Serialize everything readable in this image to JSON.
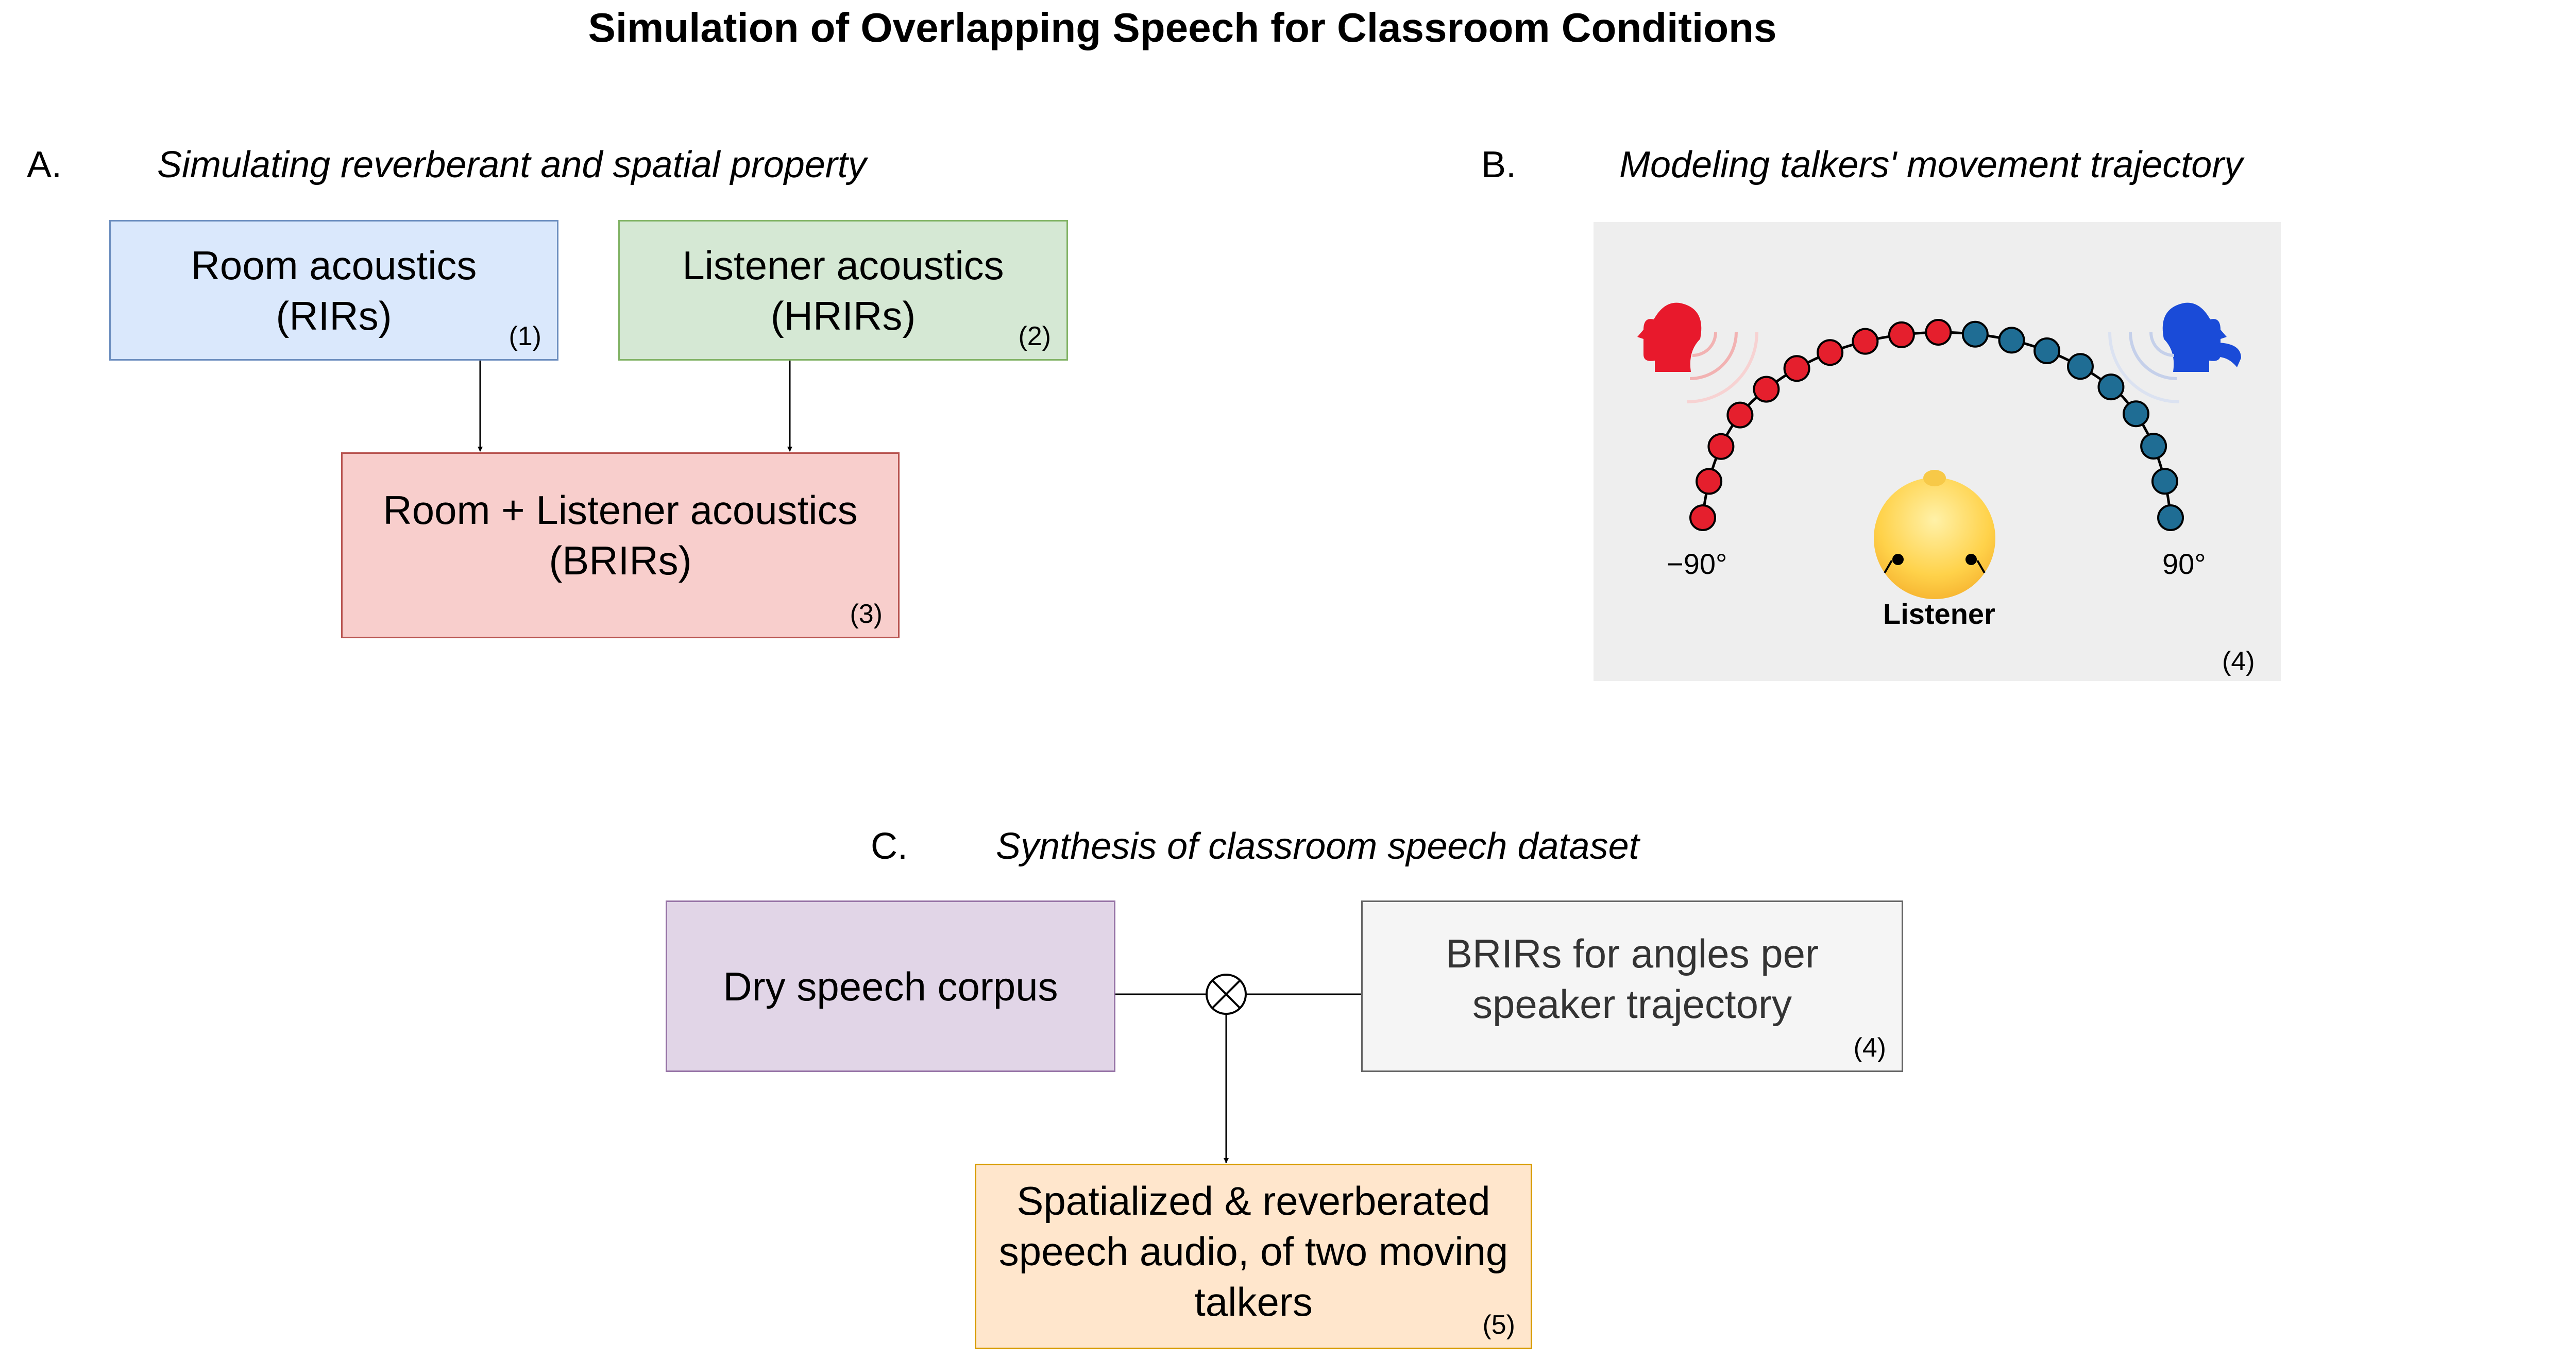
{
  "title": "Simulation of Overlapping Speech for Classroom Conditions",
  "sections": {
    "a": {
      "letter": "A.",
      "title": "Simulating reverberant and spatial property"
    },
    "b": {
      "letter": "B.",
      "title": "Modeling talkers'  movement trajectory"
    },
    "c": {
      "letter": "C.",
      "title": "Synthesis of classroom speech dataset"
    }
  },
  "boxes": {
    "room": {
      "line1": "Room acoustics",
      "line2": "(RIRs)",
      "num": "(1)"
    },
    "listener": {
      "line1": "Listener acoustics",
      "line2": "(HRIRs)",
      "num": "(2)"
    },
    "combined": {
      "line1": "Room + Listener acoustics",
      "line2": "(BRIRs)",
      "num": "(3)"
    },
    "dry": {
      "label": "Dry speech corpus"
    },
    "angles": {
      "line1": "BRIRs for angles per",
      "line2": "speaker trajectory",
      "num": "(4)"
    },
    "output": {
      "line1": "Spatialized & reverberated",
      "line2": "speech audio, of two moving",
      "line3": "talkers",
      "num": "(5)"
    }
  },
  "trajectory": {
    "left_angle": "−90°",
    "right_angle": "90°",
    "listener_label": "Listener",
    "num": "(4)",
    "red_points": 10,
    "blue_points": 9,
    "colors": {
      "red_talker": "#e8192c",
      "blue_talker": "#1a4bd8",
      "red_point": "#e51f2d",
      "blue_point": "#1f6d94",
      "head": "#ffd24a"
    }
  },
  "footer_mark": "="
}
